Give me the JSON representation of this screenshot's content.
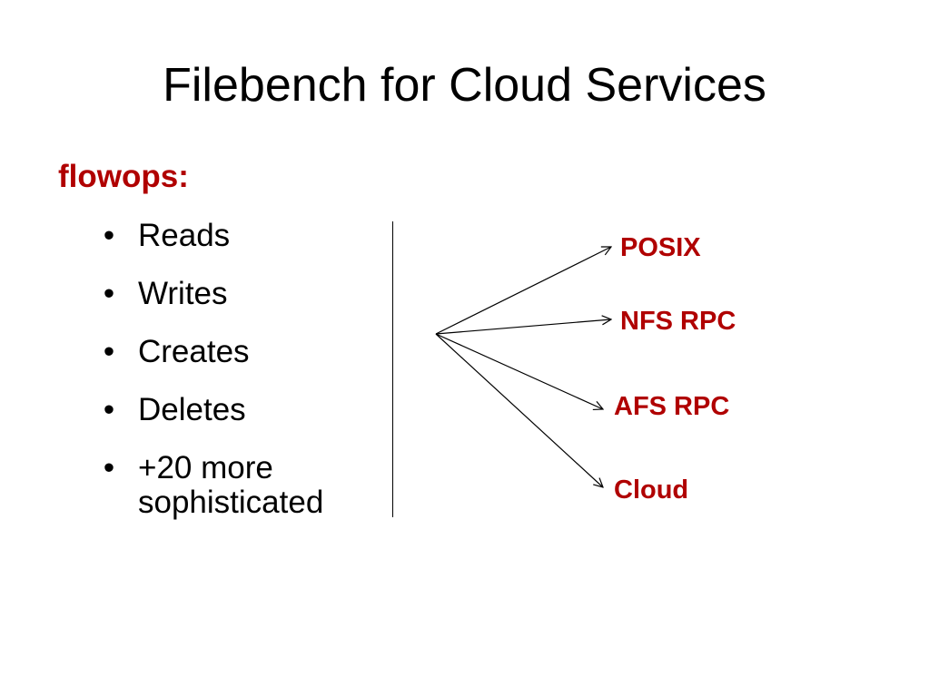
{
  "slide": {
    "title": "Filebench for Cloud Services",
    "subheading": "flowops:",
    "bullet_marker": "•",
    "bullets": [
      "Reads",
      "Writes",
      "Creates",
      "Deletes",
      "+20 more sophisticated"
    ],
    "targets": [
      "POSIX",
      "NFS RPC",
      "AFS RPC",
      "Cloud"
    ]
  },
  "colors": {
    "accent": "#b00000",
    "text": "#000000",
    "background": "#ffffff"
  }
}
